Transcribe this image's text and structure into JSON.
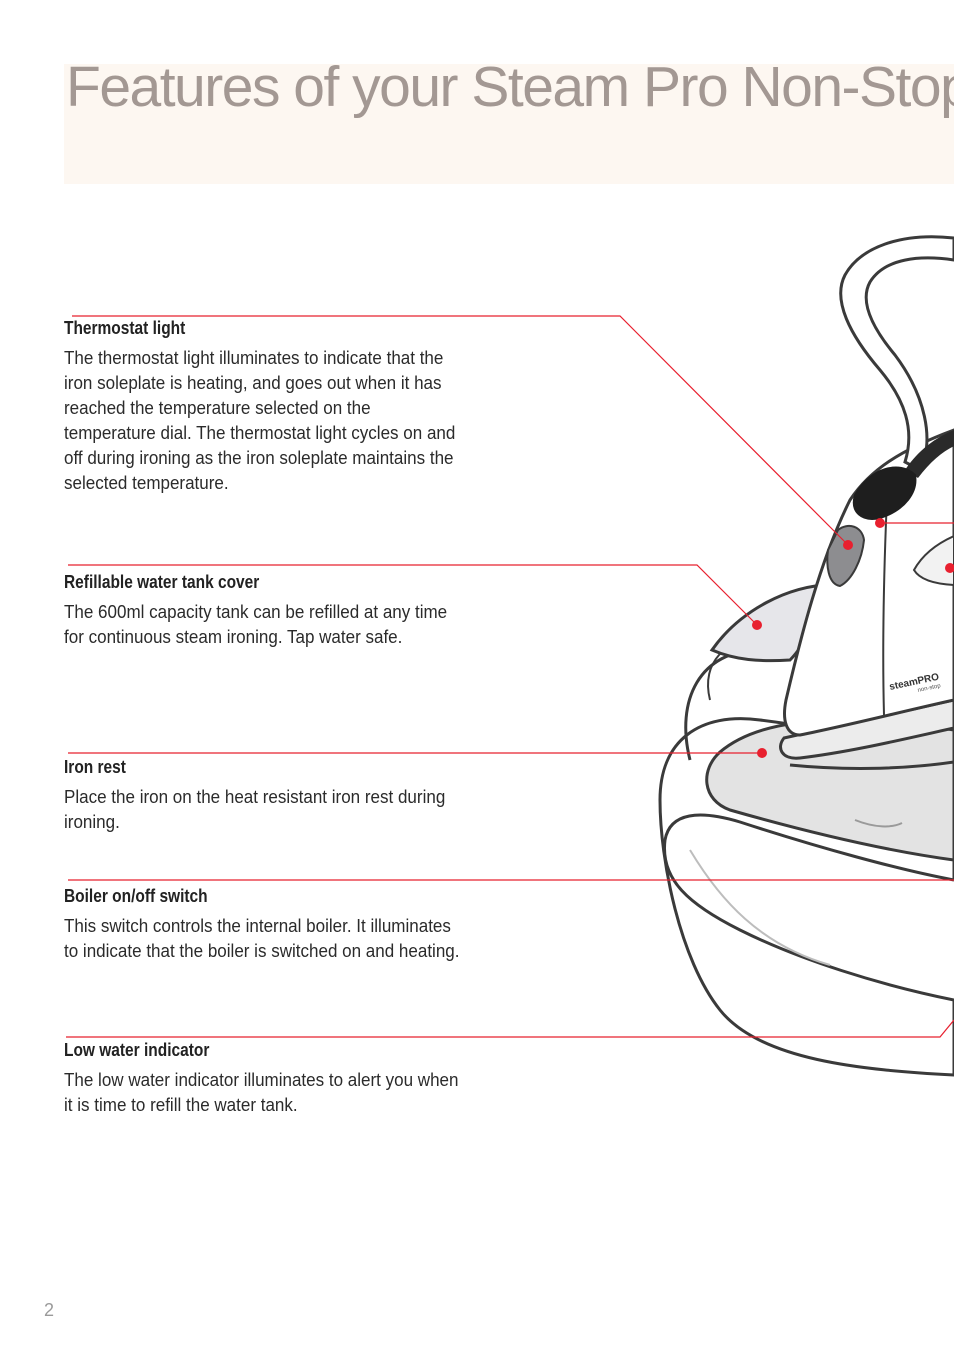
{
  "page": {
    "title": "Features of your Steam Pro Non-Stop",
    "page_number": "2"
  },
  "features": [
    {
      "heading": "Thermostat light",
      "body": "The thermostat light illuminates to indicate that the iron soleplate is heating, and goes out when it has reached the temperature selected on the temperature dial. The thermostat light cycles on and off during ironing as the iron soleplate maintains the selected temperature."
    },
    {
      "heading": "Refillable water tank cover",
      "body": "The 600ml capacity tank can be refilled at any time for continuous steam ironing. Tap water safe."
    },
    {
      "heading": "Iron rest",
      "body": "Place the iron on the heat resistant iron rest during ironing."
    },
    {
      "heading": "Boiler on/off switch",
      "body": "This switch controls the internal boiler. It illuminates to indicate that the boiler is switched on and heating."
    },
    {
      "heading": "Low water indicator",
      "body": "The low water indicator illuminates to alert you when it is time to refill the water tank."
    }
  ],
  "illustration": {
    "brand_text_main": "steamPRO",
    "brand_text_sub": "non-stop",
    "callout_color": "#e8202f",
    "outline_color": "#3a3a3a"
  }
}
